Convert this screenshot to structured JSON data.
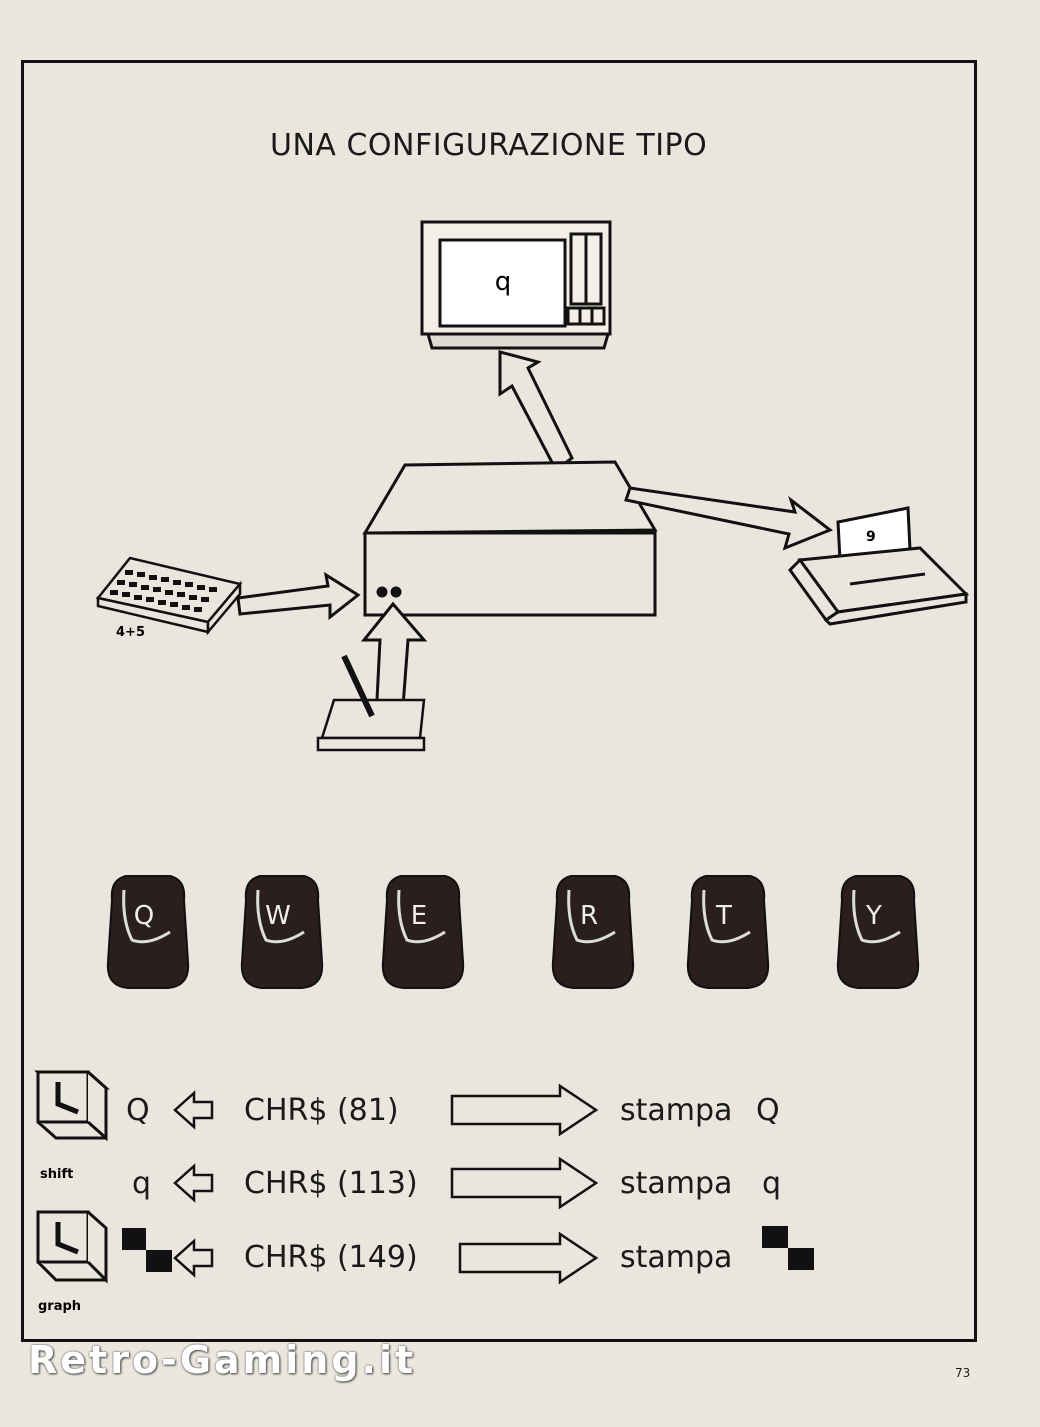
{
  "title": "UNA CONFIGURAZIONE TIPO",
  "monitor": {
    "screen_char": "q"
  },
  "printer": {
    "paper_char": "9"
  },
  "keyboard": {
    "label": "4+5"
  },
  "qwerty_keys": [
    "Q",
    "W",
    "E",
    "R",
    "T",
    "Y"
  ],
  "rows": [
    {
      "left_char": "Q",
      "code": "CHR$ (81)",
      "action": "stampa",
      "result": "Q",
      "modifier": "shift"
    },
    {
      "left_char": "q",
      "code": "CHR$ (113)",
      "action": "stampa",
      "result": "q",
      "modifier": ""
    },
    {
      "left_char": "",
      "code": "CHR$ (149)",
      "action": "stampa",
      "result": "",
      "modifier": "graph"
    }
  ],
  "watermark": "Retro-Gaming.it",
  "page_number": "73",
  "colors": {
    "ink": "#111111",
    "paper": "#ebe6dd",
    "key": "#2a1f1c"
  }
}
